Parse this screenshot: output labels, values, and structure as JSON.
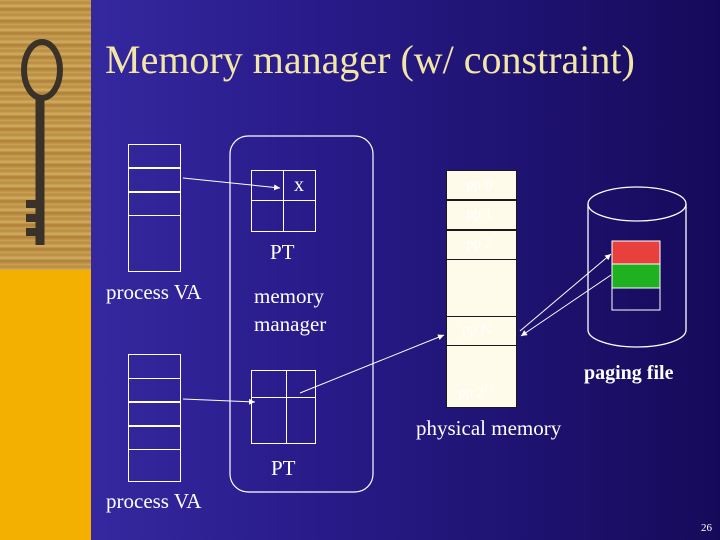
{
  "slide": {
    "title": "Memory manager (w/ constraint)",
    "slide_number": "26"
  },
  "labels": {
    "process_va_top": "process VA",
    "process_va_bottom": "process VA",
    "x_cell": "x",
    "pt_top": "PT",
    "pt_bottom": "PT",
    "memory_manager_line1": "memory",
    "memory_manager_line2": "manager",
    "physical_memory": "physical memory",
    "paging_file": "paging file"
  },
  "physical_pages": {
    "pp0": "pp 0",
    "pp1": "pp 1",
    "pp2": "pp 2",
    "ppN": "pp N",
    "pp_last_base": "pp 2",
    "pp_last_exp": "12"
  },
  "colors": {
    "background": "#2a1c8c",
    "title": "#f2e6a6",
    "paging_red": "#e8403c",
    "paging_green": "#1fb11f",
    "physical_memory_fill": "#fffbea"
  }
}
